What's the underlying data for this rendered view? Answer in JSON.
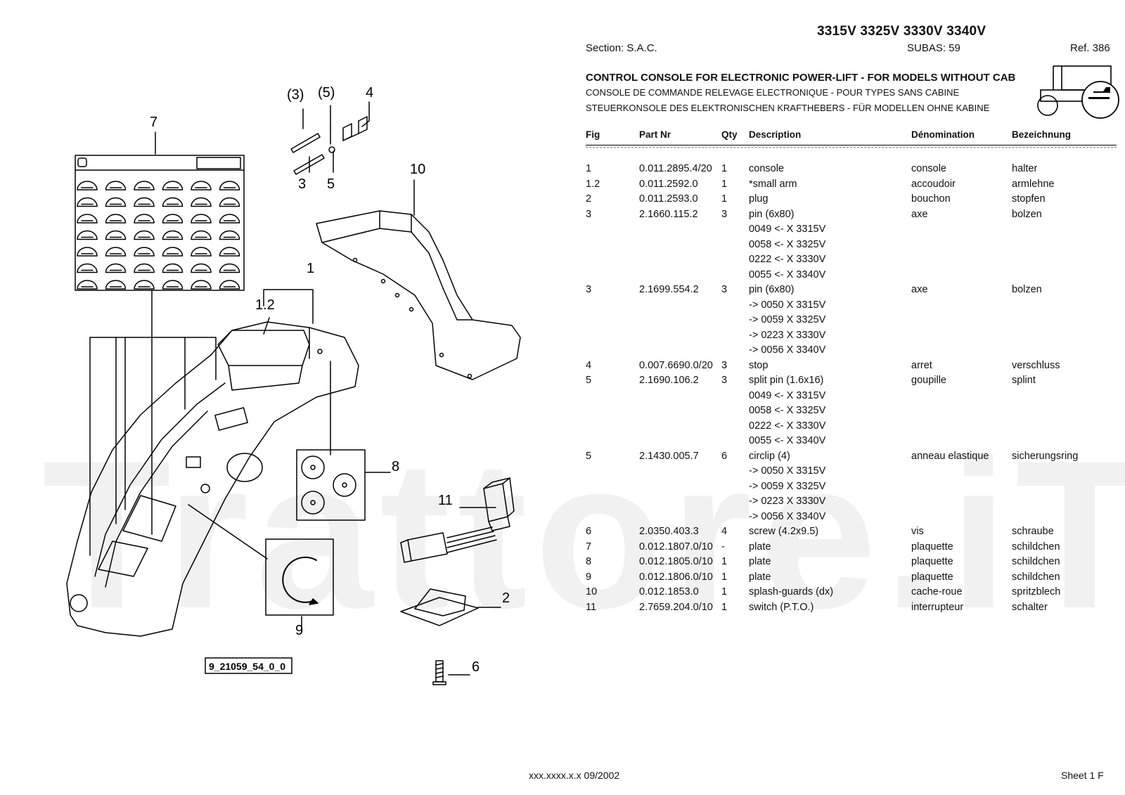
{
  "header": {
    "models": "3315V 3325V 3330V 3340V",
    "section": "Section: S.A.C.",
    "subas": "SUBAS: 59",
    "ref": "Ref. 386",
    "title_en": "CONTROL CONSOLE FOR ELECTRONIC POWER-LIFT - FOR MODELS WITHOUT CAB",
    "title_fr": "CONSOLE DE COMMANDE RELEVAGE ELECTRONIQUE - POUR TYPES SANS CABINE",
    "title_de": "STEUERKONSOLE DES ELEKTRONISCHEN KRAFTHEBERS - FÜR MODELLEN OHNE KABINE"
  },
  "columns": {
    "fig": "Fig",
    "part": "Part Nr",
    "qty": "Qty",
    "desc": "Description",
    "fr": "Dénomination",
    "de": "Bezeichnung"
  },
  "rows": [
    {
      "fig": "1",
      "part": "0.011.2895.4/20",
      "qty": "1",
      "desc": "console",
      "fr": "console",
      "de": "halter"
    },
    {
      "fig": "1.2",
      "part": "0.011.2592.0",
      "qty": "1",
      "desc": "*small arm",
      "fr": "accoudoir",
      "de": "armlehne"
    },
    {
      "fig": "2",
      "part": "0.011.2593.0",
      "qty": "1",
      "desc": "plug",
      "fr": "bouchon",
      "de": "stopfen"
    },
    {
      "fig": "3",
      "part": "2.1660.115.2",
      "qty": "3",
      "desc": "pin (6x80)",
      "fr": "axe",
      "de": "bolzen"
    },
    {
      "fig": "",
      "part": "",
      "qty": "",
      "desc": "0049 <- X 3315V",
      "fr": "",
      "de": ""
    },
    {
      "fig": "",
      "part": "",
      "qty": "",
      "desc": "0058 <- X 3325V",
      "fr": "",
      "de": ""
    },
    {
      "fig": "",
      "part": "",
      "qty": "",
      "desc": "0222 <- X 3330V",
      "fr": "",
      "de": ""
    },
    {
      "fig": "",
      "part": "",
      "qty": "",
      "desc": "0055 <- X 3340V",
      "fr": "",
      "de": ""
    },
    {
      "fig": "3",
      "part": "2.1699.554.2",
      "qty": "3",
      "desc": "pin (6x80)",
      "fr": "axe",
      "de": "bolzen"
    },
    {
      "fig": "",
      "part": "",
      "qty": "",
      "desc": "-> 0050 X  3315V",
      "fr": "",
      "de": ""
    },
    {
      "fig": "",
      "part": "",
      "qty": "",
      "desc": "-> 0059 X  3325V",
      "fr": "",
      "de": ""
    },
    {
      "fig": "",
      "part": "",
      "qty": "",
      "desc": "-> 0223 X  3330V",
      "fr": "",
      "de": ""
    },
    {
      "fig": "",
      "part": "",
      "qty": "",
      "desc": "-> 0056 X  3340V",
      "fr": "",
      "de": ""
    },
    {
      "fig": "4",
      "part": "0.007.6690.0/20",
      "qty": "3",
      "desc": "stop",
      "fr": "arret",
      "de": "verschluss"
    },
    {
      "fig": "5",
      "part": "2.1690.106.2",
      "qty": "3",
      "desc": "split pin (1.6x16)",
      "fr": "goupille",
      "de": "splint"
    },
    {
      "fig": "",
      "part": "",
      "qty": "",
      "desc": "0049 <- X 3315V",
      "fr": "",
      "de": ""
    },
    {
      "fig": "",
      "part": "",
      "qty": "",
      "desc": "0058 <- X 3325V",
      "fr": "",
      "de": ""
    },
    {
      "fig": "",
      "part": "",
      "qty": "",
      "desc": "0222 <- X 3330V",
      "fr": "",
      "de": ""
    },
    {
      "fig": "",
      "part": "",
      "qty": "",
      "desc": "0055 <- X 3340V",
      "fr": "",
      "de": ""
    },
    {
      "fig": "5",
      "part": "2.1430.005.7",
      "qty": "6",
      "desc": "circlip (4)",
      "fr": "anneau elastique",
      "de": "sicherungsring"
    },
    {
      "fig": "",
      "part": "",
      "qty": "",
      "desc": "-> 0050 X  3315V",
      "fr": "",
      "de": ""
    },
    {
      "fig": "",
      "part": "",
      "qty": "",
      "desc": "-> 0059 X  3325V",
      "fr": "",
      "de": ""
    },
    {
      "fig": "",
      "part": "",
      "qty": "",
      "desc": "-> 0223 X  3330V",
      "fr": "",
      "de": ""
    },
    {
      "fig": "",
      "part": "",
      "qty": "",
      "desc": "-> 0056 X  3340V",
      "fr": "",
      "de": ""
    },
    {
      "fig": "6",
      "part": "2.0350.403.3",
      "qty": "4",
      "desc": "screw (4.2x9.5)",
      "fr": "vis",
      "de": "schraube"
    },
    {
      "fig": "7",
      "part": "0.012.1807.0/10",
      "qty": "-",
      "desc": "plate",
      "fr": "plaquette",
      "de": "schildchen"
    },
    {
      "fig": "8",
      "part": "0.012.1805.0/10",
      "qty": "1",
      "desc": "plate",
      "fr": "plaquette",
      "de": "schildchen"
    },
    {
      "fig": "9",
      "part": "0.012.1806.0/10",
      "qty": "1",
      "desc": "plate",
      "fr": "plaquette",
      "de": "schildchen"
    },
    {
      "fig": "10",
      "part": "0.012.1853.0",
      "qty": "1",
      "desc": "splash-guards (dx)",
      "fr": "cache-roue",
      "de": "spritzblech"
    },
    {
      "fig": "11",
      "part": "2.7659.204.0/10",
      "qty": "1",
      "desc": "switch (P.T.O.)",
      "fr": "interrupteur",
      "de": "schalter"
    }
  ],
  "diagram": {
    "callouts": {
      "c7": "7",
      "c3a": "(3)",
      "c5a": "(5)",
      "c4": "4",
      "c3": "3",
      "c5": "5",
      "c10": "10",
      "c1": "1",
      "c12": "1.2",
      "c8": "8",
      "c11": "11",
      "c2": "2",
      "c9": "9",
      "c6": "6"
    },
    "drawing_code": "9_21059_54_0_0"
  },
  "watermark": "Trattore.iT",
  "footer": {
    "code": "xxx.xxxx.x.x  09/2002",
    "sheet": "Sheet 1 F"
  }
}
